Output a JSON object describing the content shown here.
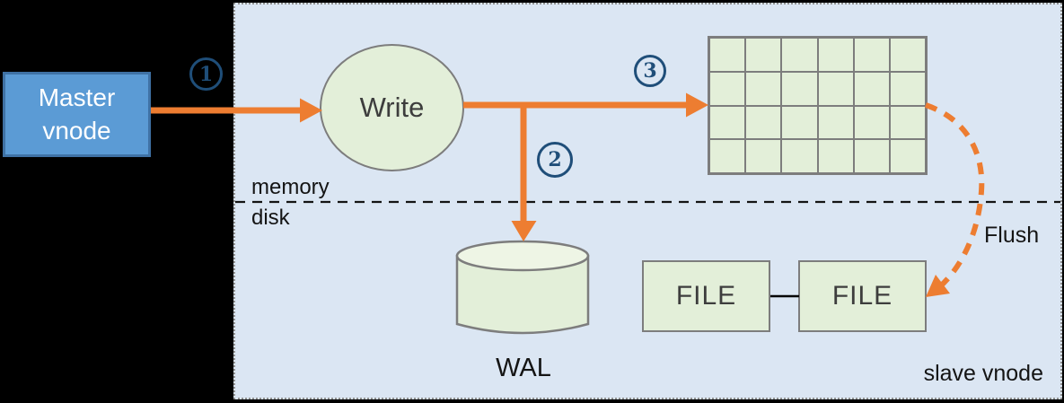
{
  "master": {
    "line1": "Master",
    "line2": "vnode"
  },
  "write": {
    "label": "Write"
  },
  "steps": [
    "1",
    "2",
    "3"
  ],
  "labels": {
    "memory": "memory",
    "disk": "disk",
    "wal": "WAL",
    "flush": "Flush",
    "slave_vnode": "slave vnode"
  },
  "files": [
    {
      "label": "FILE"
    },
    {
      "label": "FILE"
    }
  ],
  "grid": {
    "rows": 4,
    "cols": 6
  },
  "colors": {
    "canvas_bg": "#000000",
    "panel_bg": "#dbe6f3",
    "panel_border": "#8f8f8f",
    "shape_green": "#e3efd9",
    "shape_green_light": "#eef5e5",
    "shape_border": "#7d7d7d",
    "arrow_orange": "#ed7d31",
    "master_blue": "#5b9bd5",
    "master_blue_border": "#3f72a5",
    "step_blue": "#1f4e79",
    "text_dark": "#3d3d3d",
    "text_black": "#141414"
  }
}
